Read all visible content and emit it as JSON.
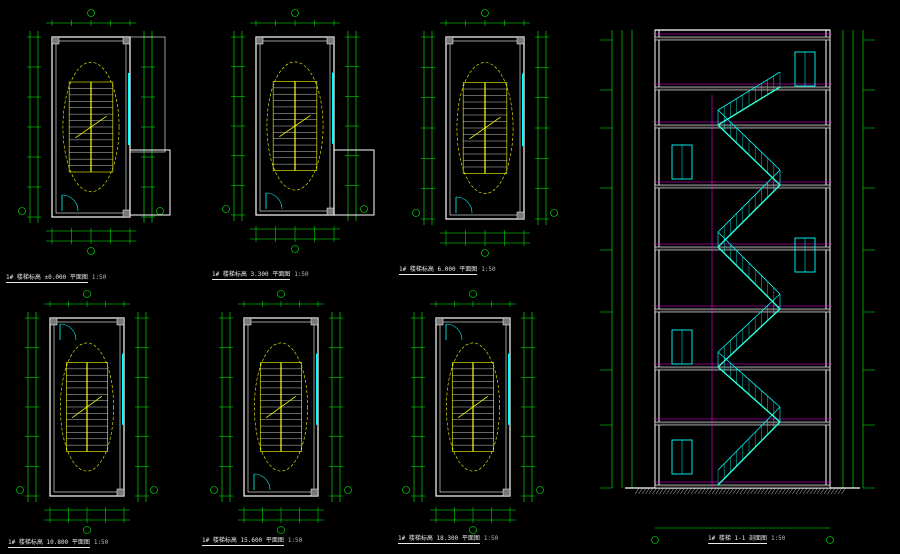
{
  "drawing": {
    "plans": [
      {
        "prefix": "1#",
        "name": "楼梯标高",
        "level": "±0.000",
        "type": "平面图",
        "scale": "1:50"
      },
      {
        "prefix": "1#",
        "name": "楼梯标高",
        "level": "3.300",
        "type": "平面图",
        "scale": "1:50"
      },
      {
        "prefix": "1#",
        "name": "楼梯标高",
        "level": "6.000",
        "type": "平面图",
        "scale": "1:50"
      },
      {
        "prefix": "1#",
        "name": "楼梯标高",
        "level": "10.800",
        "type": "平面图",
        "scale": "1:50"
      },
      {
        "prefix": "1#",
        "name": "楼梯标高",
        "level": "15.600",
        "type": "平面图",
        "scale": "1:50"
      },
      {
        "prefix": "1#",
        "name": "楼梯标高",
        "level": "18.300",
        "type": "平面图",
        "scale": "1:50"
      }
    ],
    "section": {
      "prefix": "1#",
      "name": "楼梯 1-1",
      "type": "剖面图",
      "scale": "1:50"
    },
    "colors": {
      "background": "#000000",
      "dimension": "#00ff00",
      "structure": "#ffffff",
      "stair": "#ffff00",
      "glazing": "#00ffff",
      "section_level": "#ff00ff"
    }
  }
}
